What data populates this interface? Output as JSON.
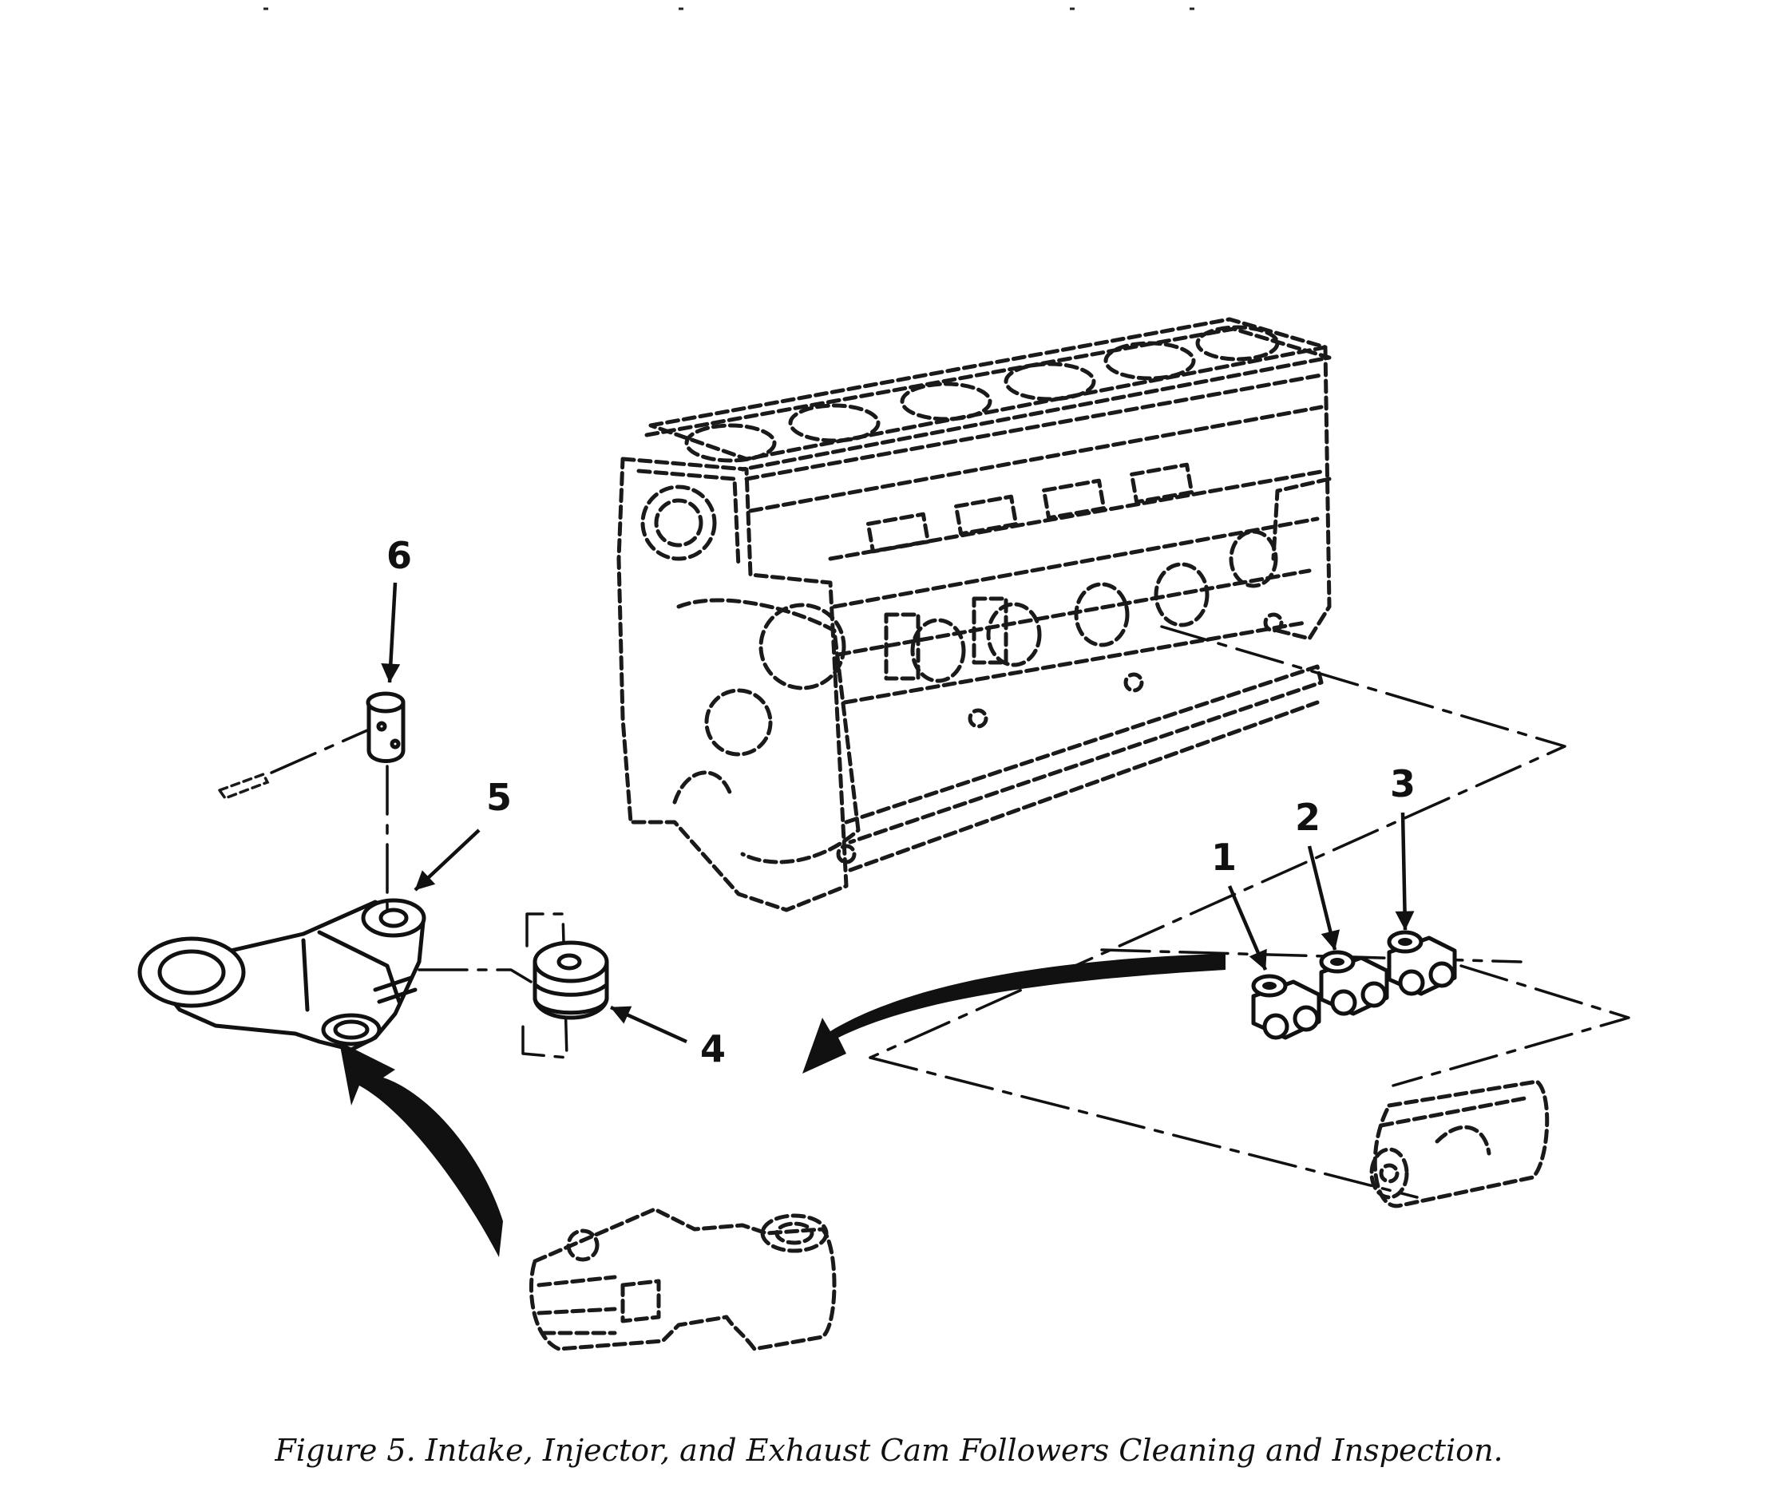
{
  "figure": {
    "caption": "Figure 5.  Intake, Injector, and Exhaust Cam Followers Cleaning and Inspection.",
    "callouts": [
      "1",
      "2",
      "3",
      "4",
      "5",
      "6"
    ]
  },
  "icons": [
    "engine-block",
    "cam-follower",
    "cam-follower-roller",
    "cam-follower-pin",
    "roller-guide",
    "cam-follower-guide"
  ]
}
